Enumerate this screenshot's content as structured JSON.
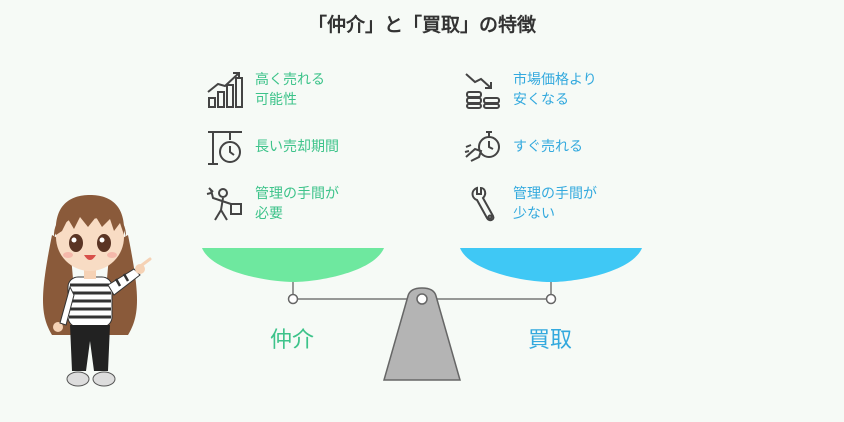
{
  "title": "「仲介」と「買取」の特徴",
  "brokerage": {
    "label": "仲介",
    "features": [
      {
        "text": "高く売れる\n可能性",
        "icon": "rising-bar-chart-icon"
      },
      {
        "text": "長い売却期間",
        "icon": "hourglass-clock-icon"
      },
      {
        "text": "管理の手間が\n必要",
        "icon": "person-working-icon"
      }
    ]
  },
  "purchase": {
    "label": "買取",
    "features": [
      {
        "text": "市場価格より\n安くなる",
        "icon": "falling-coins-icon"
      },
      {
        "text": "すぐ売れる",
        "icon": "stopwatch-hand-icon"
      },
      {
        "text": "管理の手間が\n少ない",
        "icon": "wrench-icon"
      }
    ]
  },
  "colors": {
    "green": "#3dc38a",
    "blue": "#33a9de",
    "pan_green": "#6ee89f",
    "pan_blue": "#3fc8f5",
    "beam": "#777777",
    "fulcrum": "#b4b4b4"
  }
}
